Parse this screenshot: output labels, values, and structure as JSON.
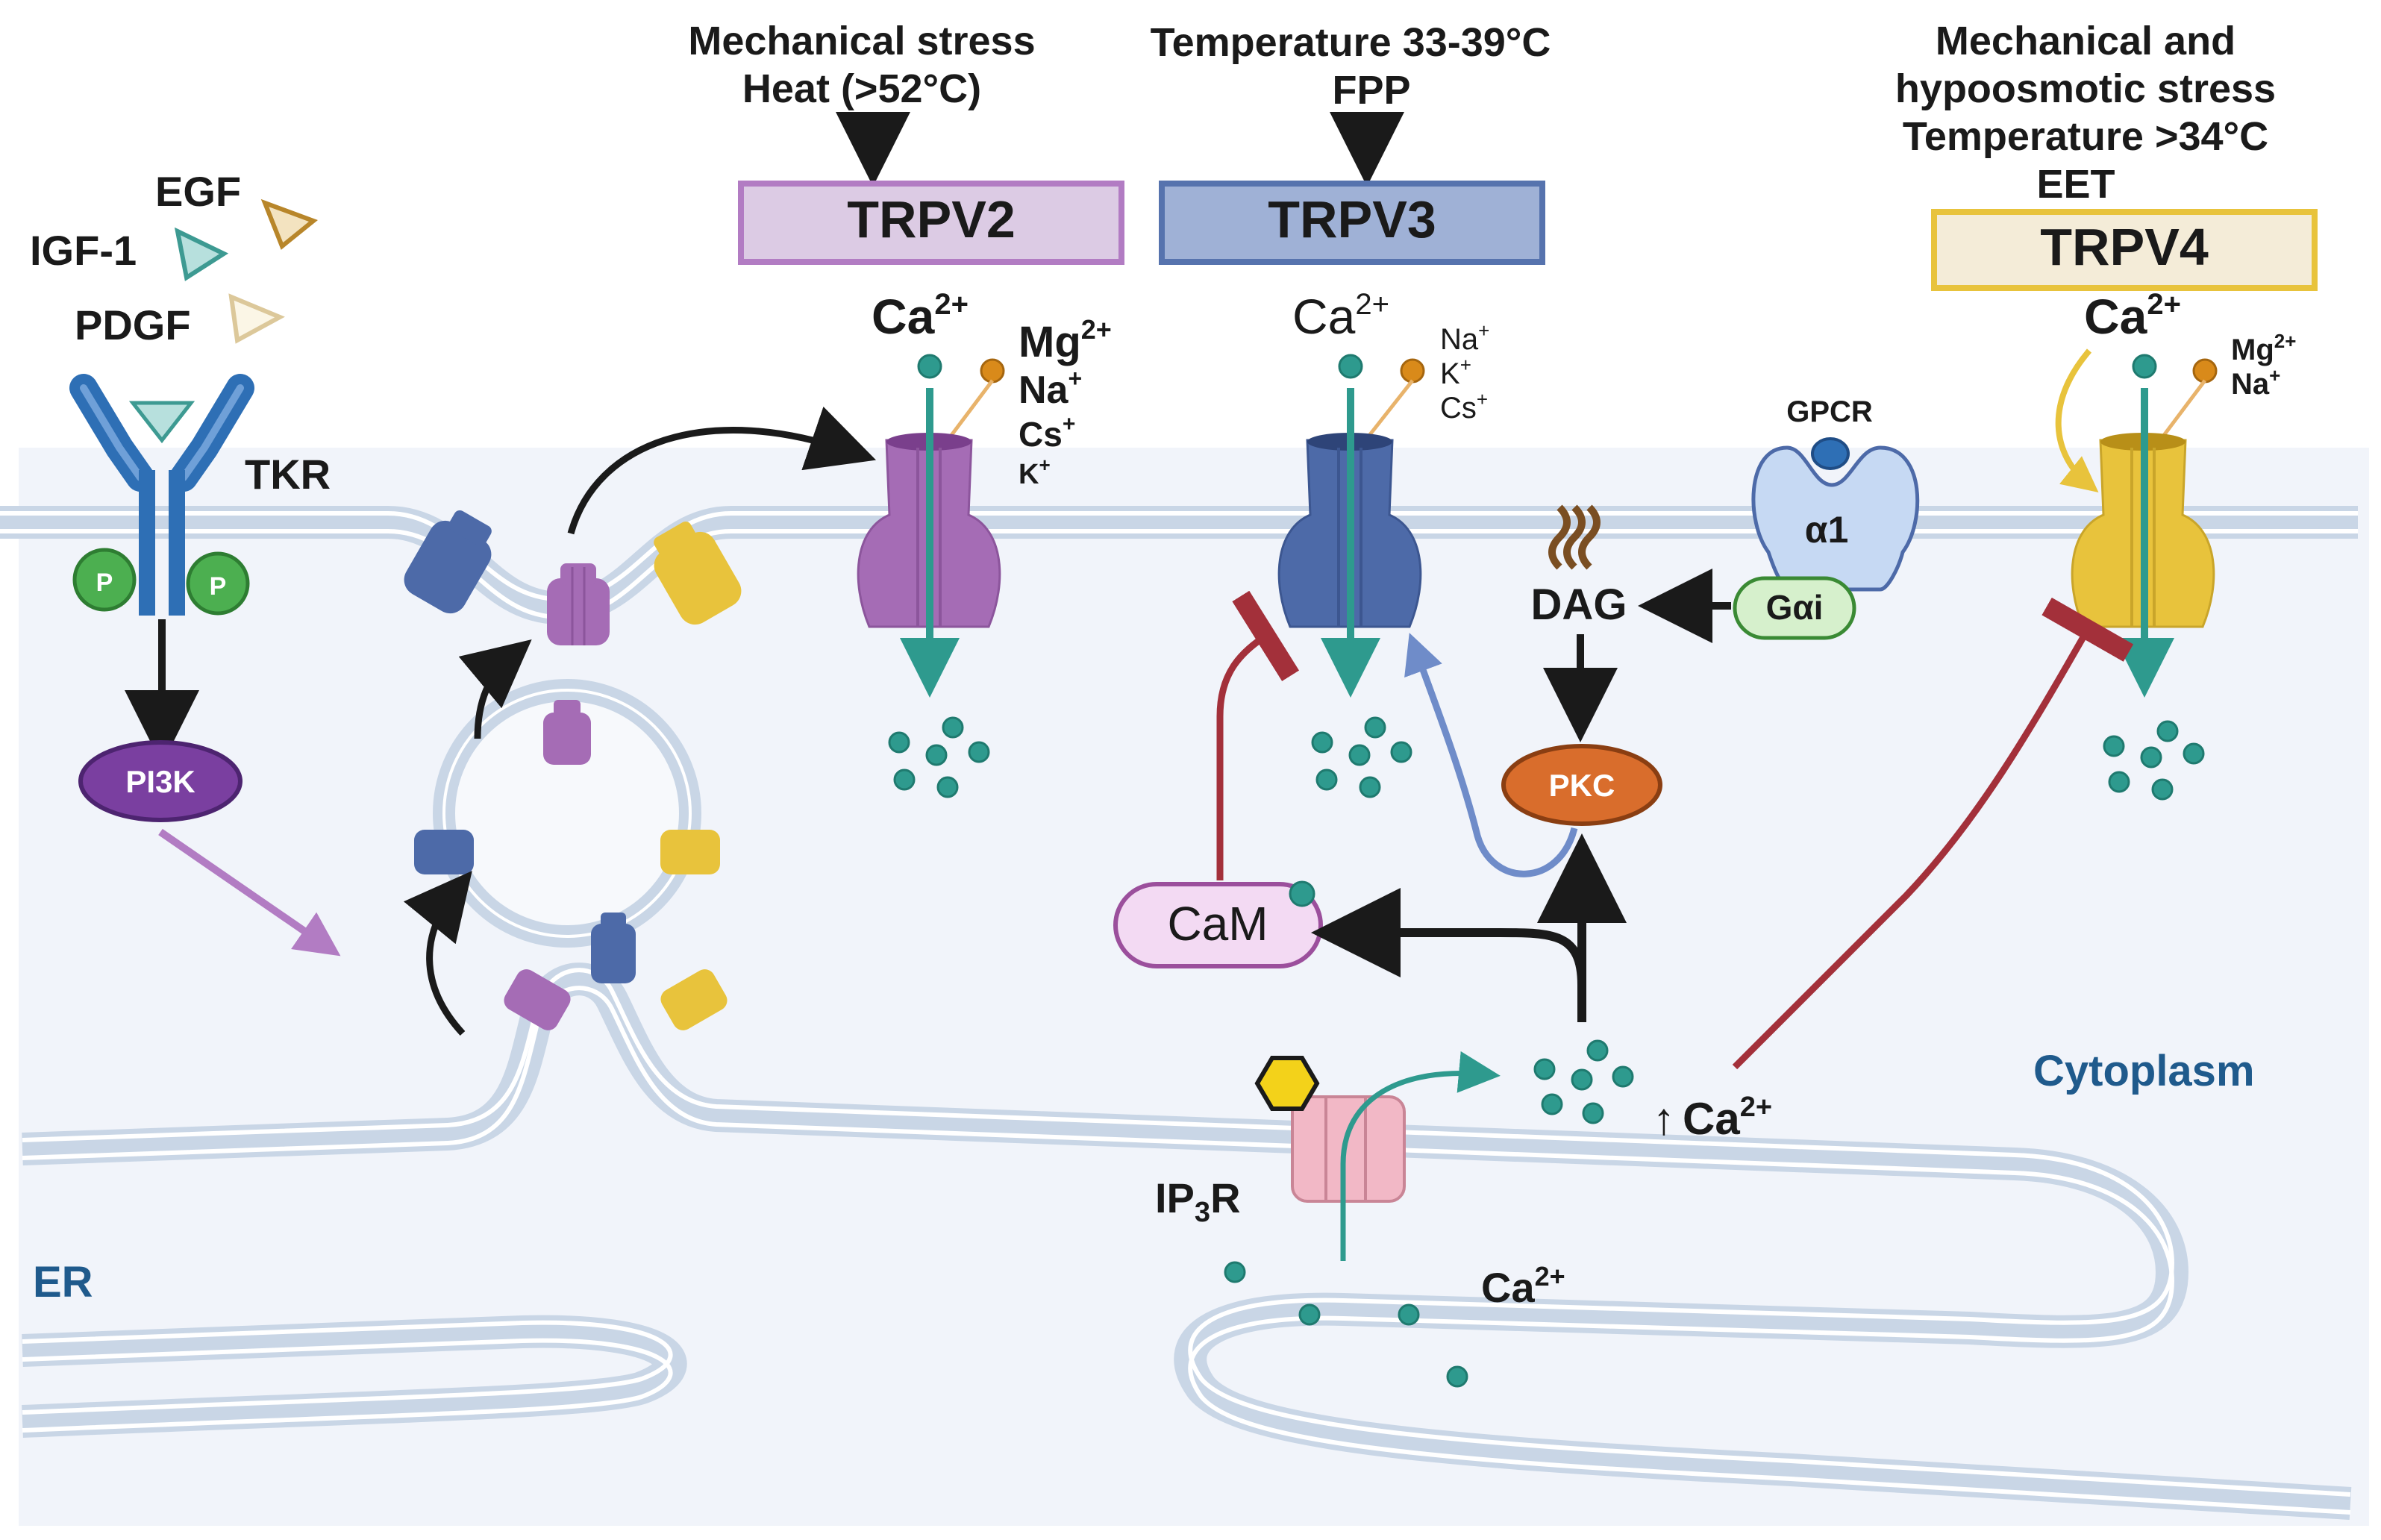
{
  "stimuli": {
    "trpv2_line1": "Mechanical stress",
    "trpv2_line2": "Heat (>52°C)",
    "trpv3_line1": "Temperature 33-39°C",
    "trpv3_line2": "FPP",
    "trpv4_line1": "Mechanical and",
    "trpv4_line2": "hypoosmotic stress",
    "trpv4_line3": "Temperature >34°C",
    "trpv4_line4": "EET"
  },
  "channels": {
    "trpv2": "TRPV2",
    "trpv3": "TRPV3",
    "trpv4": "TRPV4"
  },
  "ions": {
    "ca": "Ca",
    "ca_sup": "2+",
    "mg": "Mg",
    "mg_sup": "2+",
    "na": "Na",
    "k": "K",
    "cs": "Cs",
    "plus": "+"
  },
  "growth_factors": {
    "egf": "EGF",
    "igf": "IGF-1",
    "pdgf": "PDGF"
  },
  "receptors": {
    "tkr": "TKR",
    "p": "P",
    "pi3k": "PI3K",
    "gpcr": "GPCR",
    "alpha1": "α1",
    "gai": "Gαi",
    "ip3r_base": "IP",
    "ip3r_sub": "3",
    "ip3r_end": "R"
  },
  "signals": {
    "dag": "DAG",
    "pkc": "PKC",
    "cam": "CaM",
    "ca_rise_arrow": "↑"
  },
  "compartments": {
    "cytoplasm": "Cytoplasm",
    "er": "ER"
  },
  "colors": {
    "trpv2": "#a56cb5",
    "trpv3": "#4d6aa8",
    "trpv4": "#e8c33c",
    "calcium": "#2e9a8e",
    "cation": "#d98a1a",
    "inhibition": "#a3303a",
    "pkc": "#d96d2c",
    "pi3k": "#7a3fa0",
    "tkr": "#2e6fb5",
    "ip3r": "#f2b8c6"
  }
}
